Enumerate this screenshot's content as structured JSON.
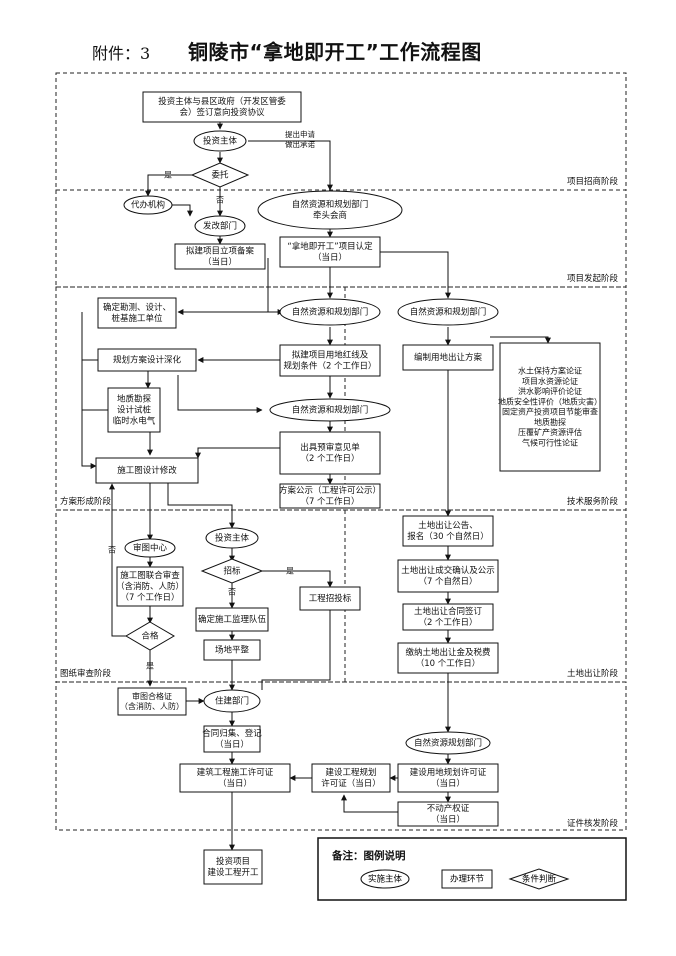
{
  "header": {
    "attachment": "附件：3",
    "title": "铜陵市“拿地即开工”工作流程图"
  },
  "stages": {
    "s1": "项目招商阶段",
    "s2": "项目发起阶段",
    "s3a": "方案形成阶段",
    "s3b": "技术服务阶段",
    "s4a": "图纸审查阶段",
    "s4b": "土地出让阶段",
    "s5": "证件核发阶段"
  },
  "nodes": {
    "invest_agree": [
      "投资主体与县区政府（开发区管委",
      "会）签订意向投资协议"
    ],
    "invest_subject_1": "投资主体",
    "note_submit": [
      "提出申请",
      "做出承诺"
    ],
    "delegate": "委托",
    "yes1": "是",
    "no1": "否",
    "agency": "代办机构",
    "drc": "发改部门",
    "nr_lead": [
      "自然资源和规划部门",
      "牵头会商"
    ],
    "proj_filing": [
      "拟建项目立项备案",
      "（当日）"
    ],
    "proj_confirm": [
      "“拿地即开工”项目认定",
      "（当日）"
    ],
    "nr_a": "自然资源和规划部门",
    "nr_b": "自然资源和规划部门",
    "determine_units": [
      "确定勘测、设计、",
      "桩基施工单位"
    ],
    "plan_deepen": "规划方案设计深化",
    "redline": [
      "拟建项目用地红线及",
      "规划条件（2 个工作日）"
    ],
    "land_plan": "编制用地出让方案",
    "tech_list": [
      "水土保持方案论证",
      "项目水资源论证",
      "洪水影响评价论证",
      "地质安全性评价（地质灾害）",
      "固定资产投资项目节能审查",
      "地质勘探",
      "压覆矿产资源评估",
      "气候可行性论证"
    ],
    "geo_survey": [
      "地质勘探",
      "设计试桩",
      "临时水电气"
    ],
    "nr_c": "自然资源和规划部门",
    "pre_review": [
      "出具预审意见单",
      "（2 个工作日）"
    ],
    "construct_design": "施工图设计修改",
    "plan_public": [
      "方案公示（工程许可公示）",
      "（7 个工作日）"
    ],
    "review_center": "审图中心",
    "invest_subject_2": "投资主体",
    "land_notice": [
      "土地出让公告、",
      "报名（30 个自然日）"
    ],
    "joint_review": [
      "施工图联合审查",
      "（含消防、人防）",
      "（7 个工作日）"
    ],
    "bidding": "招标",
    "yes2": "是",
    "no2": "否",
    "engineering_bid": "工程招投标",
    "land_confirm": [
      "土地出让成交确认及公示",
      "（7 个自然日）"
    ],
    "select_team": "确定施工监理队伍",
    "pass": "合格",
    "no3": "否",
    "yes3": "是",
    "land_contract": [
      "土地出让合同签订",
      "（2 个工作日）"
    ],
    "site_level": "场地平整",
    "land_fee": [
      "缴纳土地出让金及税费",
      "（10 个工作日）"
    ],
    "review_cert": [
      "审图合格证",
      "（含消防、人防）"
    ],
    "housing": "住建部门",
    "contract_record": [
      "合同归集、登记",
      "（当日）"
    ],
    "nr_d": "自然资源规划部门",
    "build_permit": [
      "建筑工程施工许可证",
      "（当日）"
    ],
    "eng_plan_permit": [
      "建设工程规划",
      "许可证（当日）"
    ],
    "land_use_permit": [
      "建设用地规划许可证",
      "（当日）"
    ],
    "property_cert": [
      "不动产权证",
      "（当日）"
    ],
    "final": [
      "投资项目",
      "建设工程开工"
    ]
  },
  "legend": {
    "title": "备注：图例说明",
    "subject": "实施主体",
    "step": "办理环节",
    "condition": "条件判断"
  }
}
